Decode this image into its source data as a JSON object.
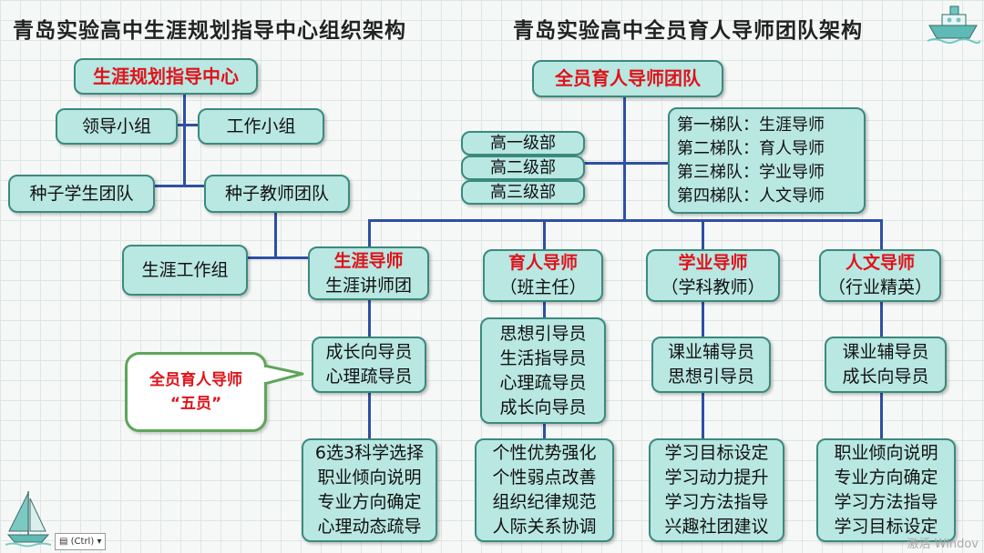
{
  "titles": {
    "left": "青岛实验高中生涯规划指导中心组织架构",
    "right": "青岛实验高中全员育人导师团队架构"
  },
  "left_chart": {
    "center": "生涯规划指导中心",
    "leadership": "领导小组",
    "work": "工作小组",
    "student_team": "种子学生团队",
    "teacher_team": "种子教师团队",
    "career_group": "生涯工作组"
  },
  "right_chart": {
    "root": "全员育人导师团队",
    "grades": [
      "高一级部",
      "高二级部",
      "高三级部"
    ],
    "tiers": [
      "第一梯队：生涯导师",
      "第二梯队：育人导师",
      "第三梯队：学业导师",
      "第四梯队：人文导师"
    ],
    "columns": [
      {
        "head1": "生涯导师",
        "head2": "生涯讲师团",
        "roles": [
          "成长向导员",
          "心理疏导员"
        ],
        "tasks": [
          "6选3科学选择",
          "职业倾向说明",
          "专业方向确定",
          "心理动态疏导"
        ]
      },
      {
        "head1": "育人导师",
        "head2": "（班主任）",
        "roles": [
          "思想引导员",
          "生活指导员",
          "心理疏导员",
          "成长向导员"
        ],
        "tasks": [
          "个性优势强化",
          "个性弱点改善",
          "组织纪律规范",
          "人际关系协调"
        ]
      },
      {
        "head1": "学业导师",
        "head2": "（学科教师）",
        "roles": [
          "课业辅导员",
          "思想引导员"
        ],
        "tasks": [
          "学习目标设定",
          "学习动力提升",
          "学习方法指导",
          "兴趣社团建议"
        ]
      },
      {
        "head1": "人文导师",
        "head2": "（行业精英）",
        "roles": [
          "课业辅导员",
          "成长向导员"
        ],
        "tasks": [
          "职业倾向说明",
          "专业方向确定",
          "学习方法指导",
          "学习目标设定"
        ]
      }
    ],
    "callout": {
      "line1": "全员育人导师",
      "line2": "“五员”"
    }
  },
  "ui": {
    "paste_options": "(Ctrl)",
    "watermark": "激活 Windov"
  },
  "icons": [
    "ship-icon",
    "sailboat-icon",
    "clipboard-icon"
  ],
  "colors": {
    "box_fill": "#b9e7e2",
    "box_border": "#3a8a7e",
    "connector": "#2f4fa3",
    "highlight_text": "#e0121a"
  }
}
